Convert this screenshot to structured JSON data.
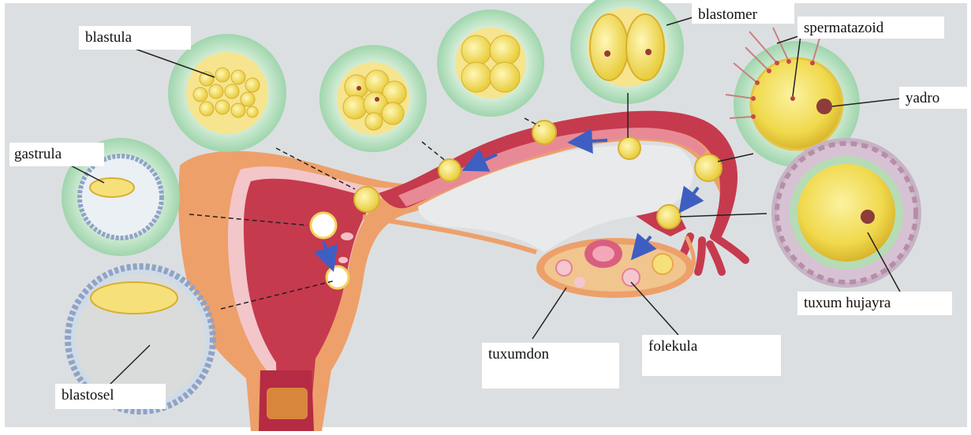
{
  "labels": {
    "blastula": "blastula",
    "gastrula": "gastrula",
    "blastosel": "blastosel",
    "blastomer": "blastomer",
    "spermatazoid": "spermatazoid",
    "yadro": "yadro",
    "tuxum_hujayra": "tuxum hujayra",
    "tuxumdon": "tuxumdon",
    "folekula": "folekula"
  },
  "colors": {
    "background": "#dcdfe1",
    "tissue_pink": "#c63a4e",
    "tissue_orange": "#eda06a",
    "cell_yellow": "#f3e36a",
    "membrane_green": "#9cd7ad",
    "membrane_blue": "#8fa3c8",
    "arrow_blue": "#3f5ec2"
  }
}
